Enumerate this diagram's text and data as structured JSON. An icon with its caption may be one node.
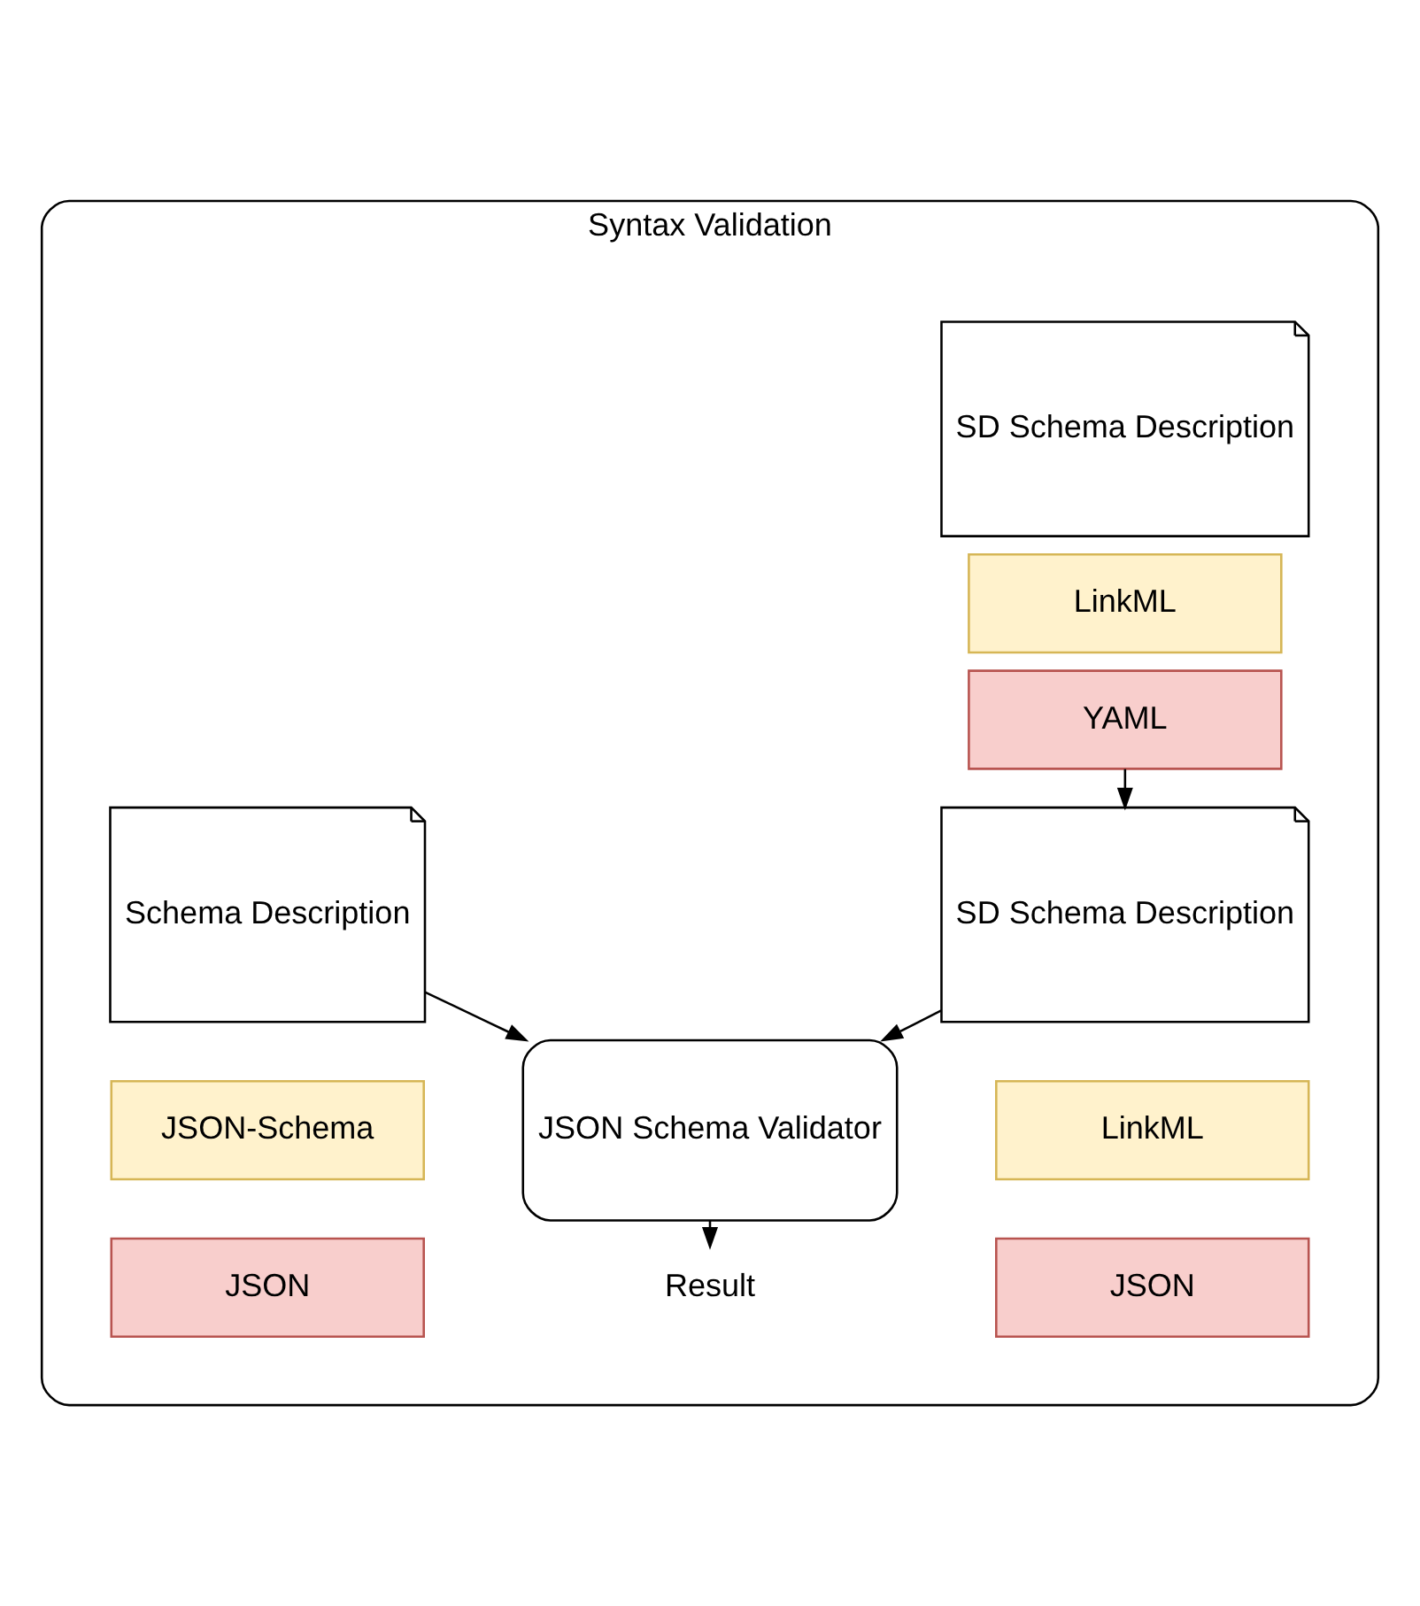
{
  "diagram": {
    "nodes": [
      {
        "text": [
          "Syntax Validation"
        ]
      },
      {
        "text": [
          "SD Schema Description"
        ],
        "in": 0
      },
      {
        "text": [
          "LinkML"
        ],
        "in": 0
      },
      {
        "text": [
          "YAML"
        ],
        "in": 0
      },
      {
        "text": [
          "SD Schema Description"
        ],
        "in": 0
      },
      {
        "text": [
          "LinkML"
        ],
        "in": 0
      },
      {
        "text": [
          "JSON"
        ],
        "in": 0
      },
      {
        "text": [
          "JSON Schema Validator"
        ],
        "in": 0
      },
      {
        "text": [
          "Schema Description"
        ],
        "in": 0
      },
      {
        "text": [
          "JSON-Schema"
        ],
        "in": 0
      },
      {
        "text": [
          "JSON"
        ],
        "in": 0
      },
      {
        "text": [
          "Result"
        ],
        "in": 0
      }
    ],
    "edges": [
      {
        "from": 3,
        "to": 4,
        "arrow": "to"
      },
      {
        "from": 4,
        "to": 7,
        "arrow": "to"
      },
      {
        "from": 8,
        "to": 7,
        "arrow": "to"
      },
      {
        "from": 7,
        "to": 11,
        "arrow": "to"
      }
    ]
  }
}
